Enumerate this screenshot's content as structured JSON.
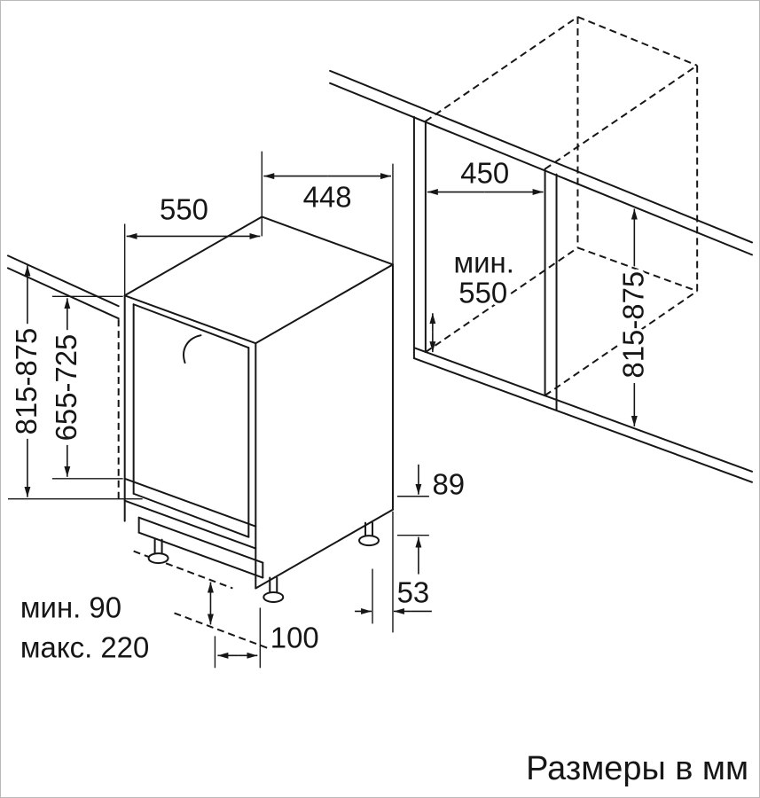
{
  "diagram": {
    "caption": "Размеры в мм",
    "appliance": {
      "top_depth": "550",
      "width": "448",
      "door_height": "655-725",
      "overall_height": "815-875",
      "base_height": "89",
      "offset_side": "53",
      "offset_front": "100",
      "plinth_min": "мин. 90",
      "plinth_max": "макс. 220"
    },
    "niche": {
      "width": "450",
      "depth_min_label": "мин.",
      "depth_min_value": "550",
      "height": "815-875"
    }
  }
}
